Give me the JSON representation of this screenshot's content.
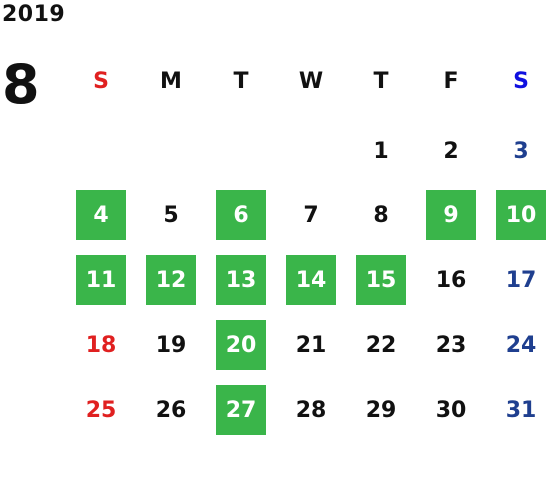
{
  "calendar": {
    "year": "2019",
    "month": "8",
    "weekdays": [
      "S",
      "M",
      "T",
      "W",
      "T",
      "F",
      "S"
    ],
    "highlight_color": "#3ab54a",
    "sunday_color": "#e02020",
    "saturday_color": "#1f3f8f",
    "weeks": [
      [
        {
          "d": ""
        },
        {
          "d": ""
        },
        {
          "d": ""
        },
        {
          "d": ""
        },
        {
          "d": "1"
        },
        {
          "d": "2"
        },
        {
          "d": "3"
        }
      ],
      [
        {
          "d": "4",
          "h": true
        },
        {
          "d": "5"
        },
        {
          "d": "6",
          "h": true
        },
        {
          "d": "7"
        },
        {
          "d": "8"
        },
        {
          "d": "9",
          "h": true
        },
        {
          "d": "10",
          "h": true
        }
      ],
      [
        {
          "d": "11",
          "h": true
        },
        {
          "d": "12",
          "h": true
        },
        {
          "d": "13",
          "h": true
        },
        {
          "d": "14",
          "h": true
        },
        {
          "d": "15",
          "h": true
        },
        {
          "d": "16"
        },
        {
          "d": "17"
        }
      ],
      [
        {
          "d": "18"
        },
        {
          "d": "19"
        },
        {
          "d": "20",
          "h": true
        },
        {
          "d": "21"
        },
        {
          "d": "22"
        },
        {
          "d": "23"
        },
        {
          "d": "24"
        }
      ],
      [
        {
          "d": "25"
        },
        {
          "d": "26"
        },
        {
          "d": "27",
          "h": true
        },
        {
          "d": "28"
        },
        {
          "d": "29"
        },
        {
          "d": "30"
        },
        {
          "d": "31"
        }
      ]
    ]
  }
}
